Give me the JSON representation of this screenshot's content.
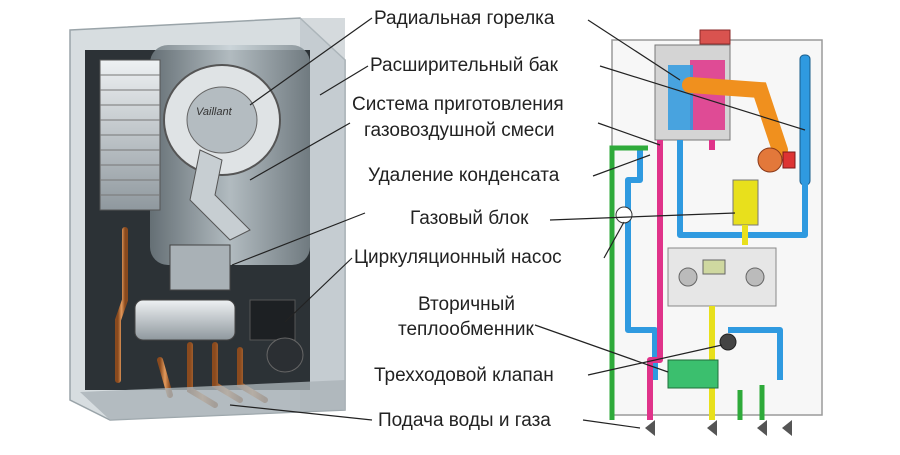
{
  "labels": {
    "burner": "Радиальная горелка",
    "expansion_tank": "Расширительный бак",
    "mixing_system_line1": "Система приготовления",
    "mixing_system_line2": "газовоздушной смеси",
    "condensate": "Удаление конденсата",
    "gas_block": "Газовый блок",
    "pump": "Циркуляционный насос",
    "secondary_hx_line1": "Вторичный",
    "secondary_hx_line2": "теплообменник",
    "three_way_valve": "Трехходовой клапан",
    "supply": "Подача воды и газа"
  },
  "boiler": {
    "brand": "Vaillant"
  },
  "colors": {
    "hot_pipe": "#e0338a",
    "cold_pipe": "#2f9ae0",
    "gas_pipe": "#e8e01c",
    "green_pipe": "#2eaa3a",
    "exhaust": "#f0901e",
    "copper": "#c8733a"
  }
}
